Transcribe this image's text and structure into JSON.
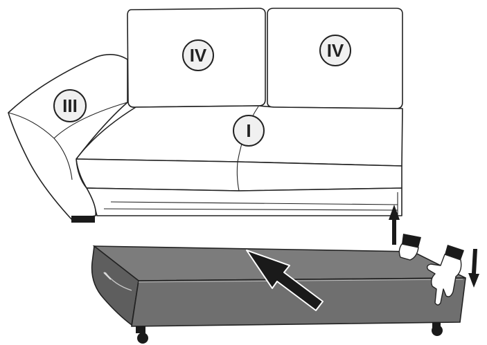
{
  "labels": {
    "seat": "I",
    "armrest": "III",
    "back_left": "IV",
    "back_right": "IV"
  },
  "colors": {
    "line": "#222222",
    "fill": "#ffffff",
    "drawer_top": "#7c7c7c",
    "drawer_front": "#6f6f6f",
    "drawer_side": "#5e5e5e",
    "badge": "#f0f0f0"
  },
  "icons": [
    "up-arrow-icon",
    "down-arrow-icon",
    "push-arrow-icon",
    "hand-icon"
  ]
}
